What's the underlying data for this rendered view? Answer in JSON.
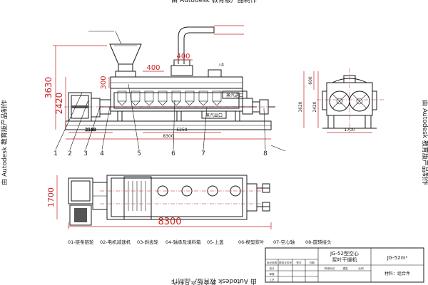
{
  "watermark": "由 Autodesk 教育版产品制作",
  "dimensions": {
    "d3630": "3630",
    "d2420": "2420",
    "d400a": "400",
    "d400b": "400",
    "d300": "300",
    "d8300a": "8300",
    "d2168": "2168",
    "d5258": "5258",
    "d1700a": "1700",
    "d8300b": "8300",
    "d600": "600",
    "d1620": "1620",
    "d2420r": "2420",
    "d1700r": "1700"
  },
  "labels": {
    "steam_inlet": "蒸汽进口",
    "steam_outlet": "蒸汽出口",
    "small_note": "上盖"
  },
  "callouts": [
    "1",
    "2",
    "3",
    "4",
    "5",
    "6",
    "7",
    "8"
  ],
  "legend": [
    "01-链条链轮",
    "02-电机减速机",
    "03-斜齿轮",
    "04-轴承及填料箱",
    "05-上盖",
    "06-楔型浆叶",
    "07-空心轴",
    "08-旋转接头"
  ],
  "title_block": {
    "name_line1": "JG-52型空心",
    "name_line2": "浆叶干燥机",
    "code": "JG-52m²",
    "material": "材料：组合件",
    "row_labels": [
      "标记处数",
      "更改文件号",
      "签字",
      "日期"
    ],
    "role_labels": [
      "设计",
      "审核",
      "工艺"
    ],
    "stage_labels": [
      "阶段标记",
      "重量",
      "比例"
    ]
  }
}
